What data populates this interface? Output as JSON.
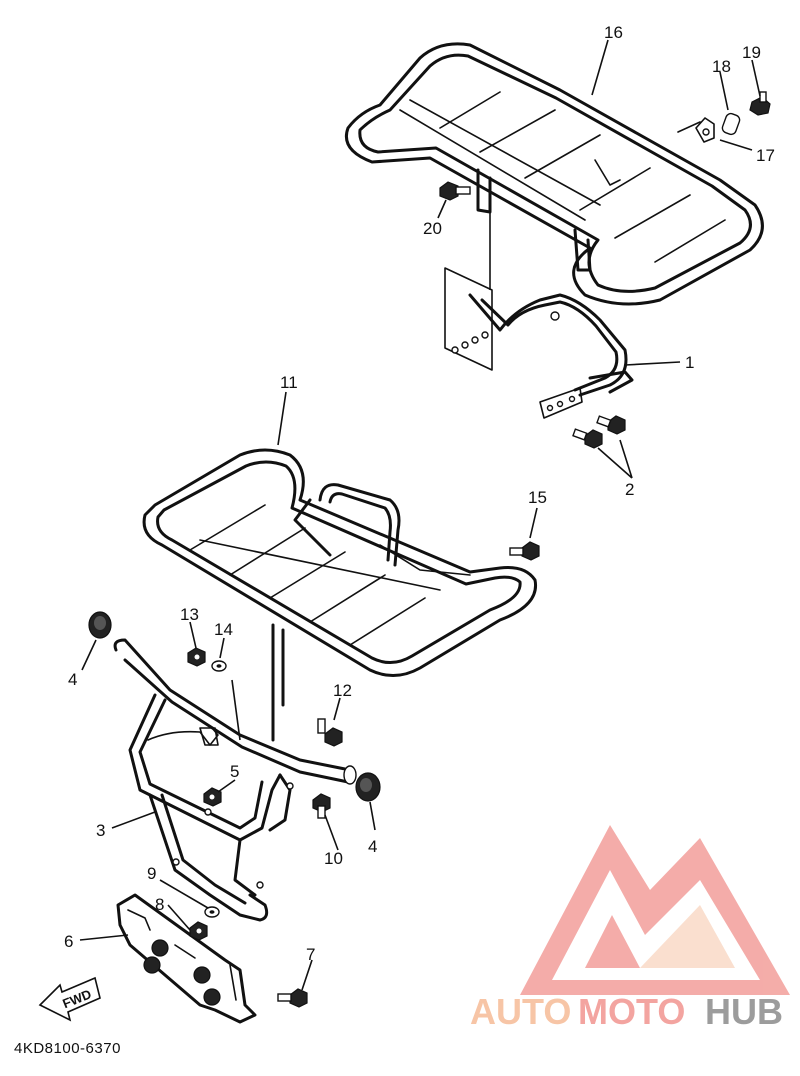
{
  "diagram_code": "4KD8100-6370",
  "fwd_label": "FWD",
  "watermark": {
    "part1": "AUTO",
    "part2": "MOTO",
    "part3": "HUB"
  },
  "callouts": {
    "n1": "1",
    "n2": "2",
    "n3": "3",
    "n4a": "4",
    "n4b": "4",
    "n5": "5",
    "n6": "6",
    "n7": "7",
    "n8": "8",
    "n9": "9",
    "n10": "10",
    "n11": "11",
    "n12": "12",
    "n13": "13",
    "n14": "14",
    "n15": "15",
    "n16": "16",
    "n17": "17",
    "n18": "18",
    "n19": "19",
    "n20": "20"
  },
  "colors": {
    "line": "#111111",
    "watermark_red": "#f3a4a0",
    "watermark_orange": "#f7c5a6",
    "watermark_gray": "#9c9c9c"
  }
}
